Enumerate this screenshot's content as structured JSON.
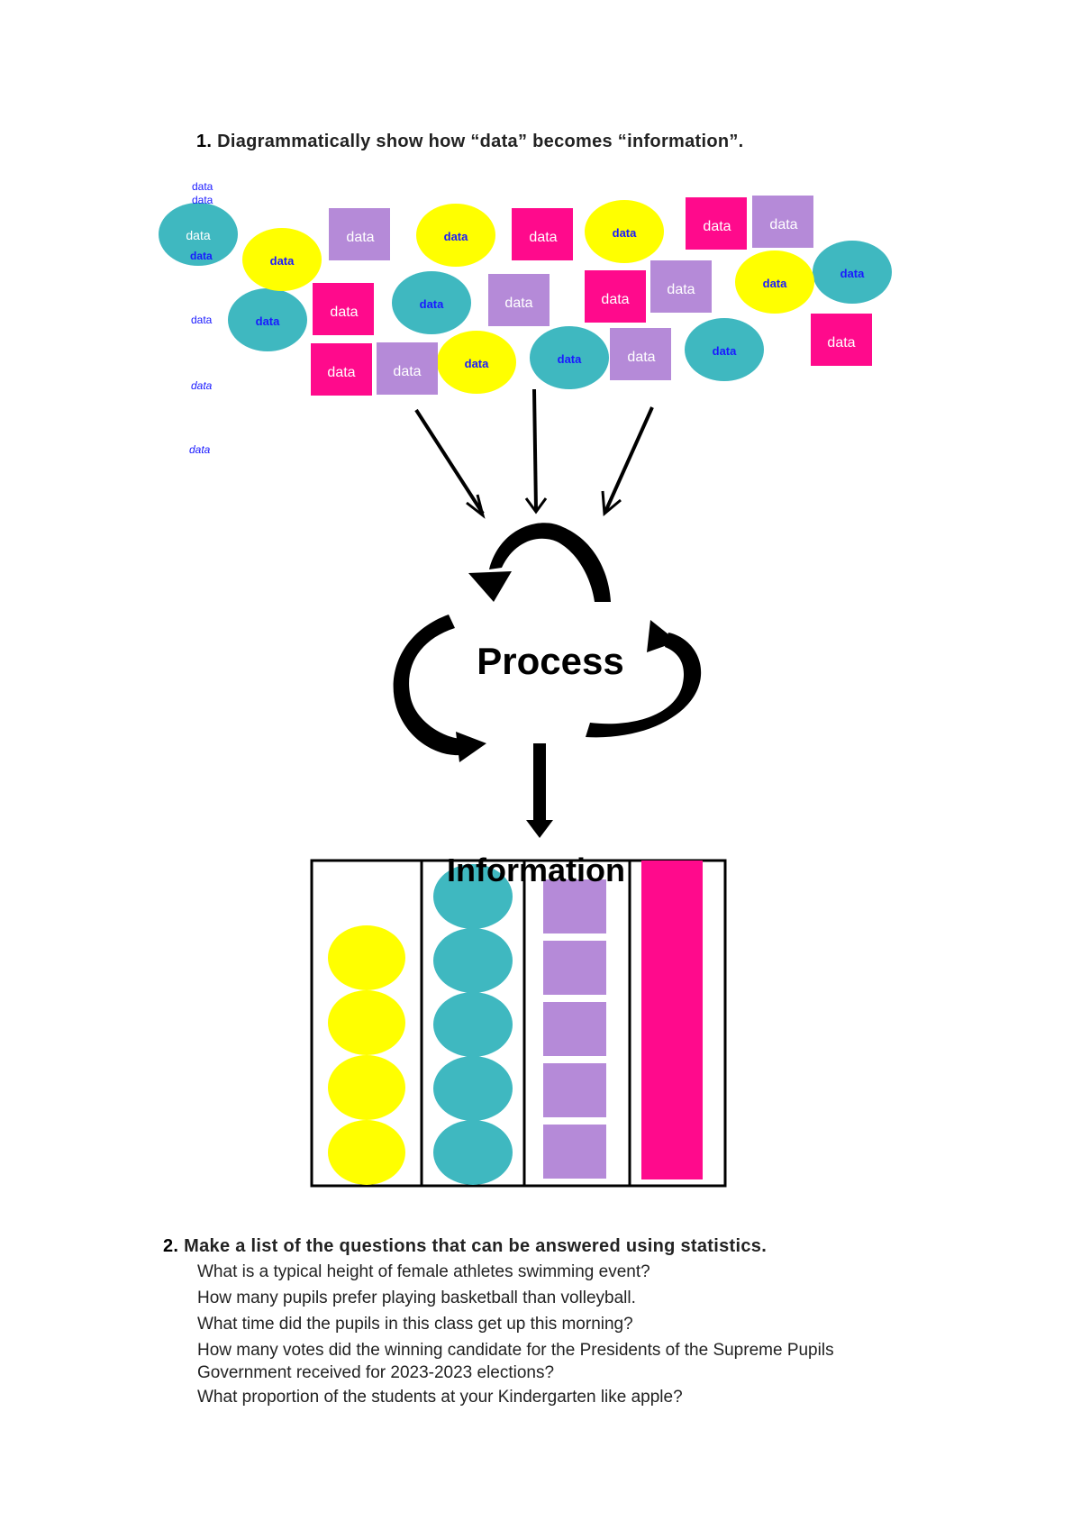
{
  "question1": {
    "number": "1.",
    "text": "Diagrammatically show how “data” becomes “information”."
  },
  "diagram": {
    "data_label": "data",
    "process_label": "Process",
    "information_label": "Information",
    "colors": {
      "yellow": "#ffff00",
      "teal": "#3fb8c0",
      "lavender": "#b58ad8",
      "pink": "#ff0a8c",
      "arrow": "#000000",
      "teal_text": "#1a1aff"
    },
    "information_columns": [
      {
        "shape": "circle",
        "color": "yellow",
        "count": 4
      },
      {
        "shape": "circle",
        "color": "teal",
        "count": 5
      },
      {
        "shape": "square",
        "color": "lavender",
        "count": 5
      },
      {
        "shape": "bar",
        "color": "pink",
        "count": 1
      }
    ]
  },
  "question2": {
    "number": "2.",
    "text": "Make a list of the questions that can be answered using statistics.",
    "answers": [
      "What is a typical height of female athletes swimming event?",
      "How many pupils prefer playing basketball than volleyball.",
      "What time did the pupils in this class get up this morning?",
      "How many votes did the winning candidate for the Presidents of the Supreme Pupils Government received for 2023-2023 elections?",
      "What proportion of the students at your Kindergarten like apple?"
    ]
  }
}
